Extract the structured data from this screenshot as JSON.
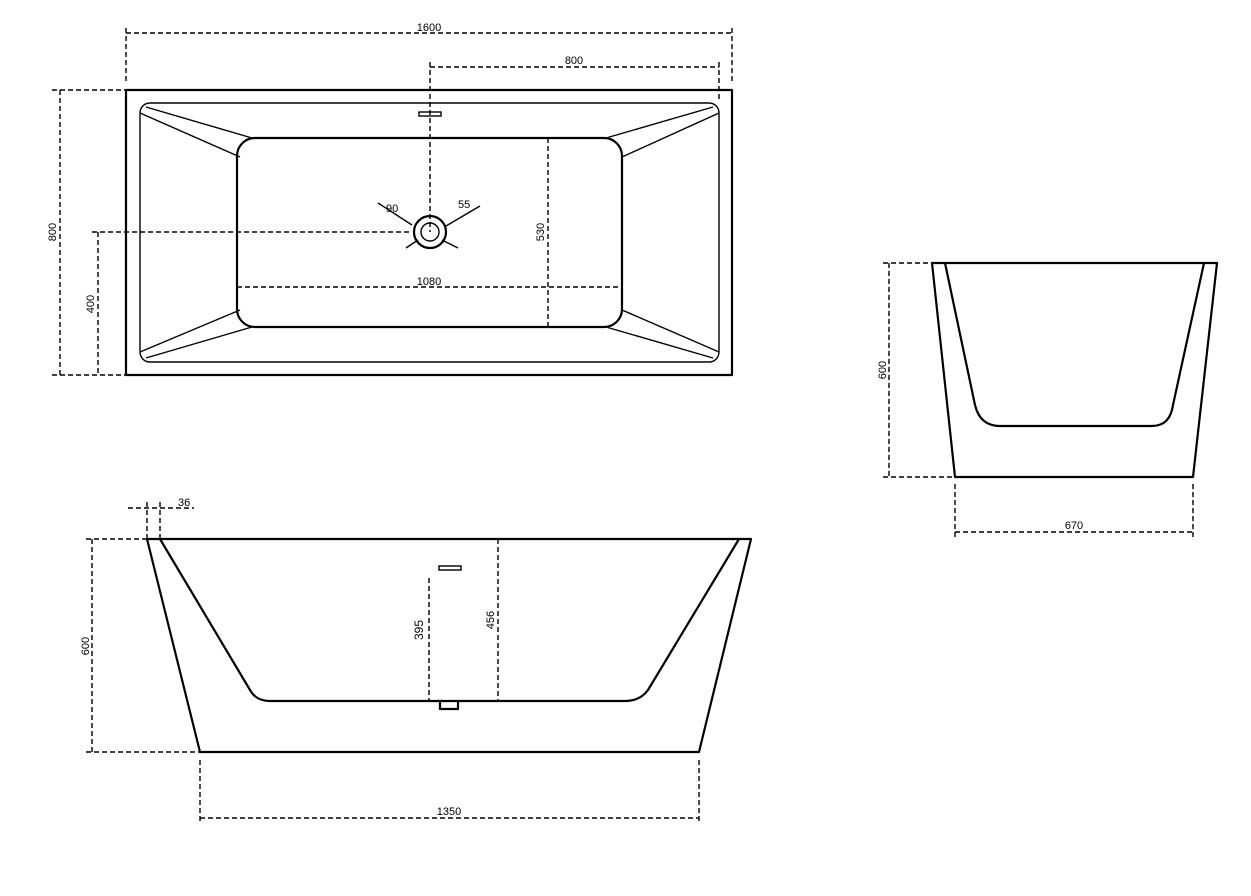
{
  "drawing": {
    "top_view": {
      "overall_length": "1600",
      "half_length": "800",
      "overall_width": "800",
      "drain_offset": "400",
      "basin_length": "1080",
      "basin_width": "530",
      "drain_dim_left": "90",
      "drain_dim_right": "55"
    },
    "front_view": {
      "rim_thickness": "36",
      "height": "600",
      "base_length": "1350",
      "overflow_height": "395",
      "inner_depth": "456"
    },
    "side_view": {
      "height": "600",
      "base_width": "670"
    }
  }
}
